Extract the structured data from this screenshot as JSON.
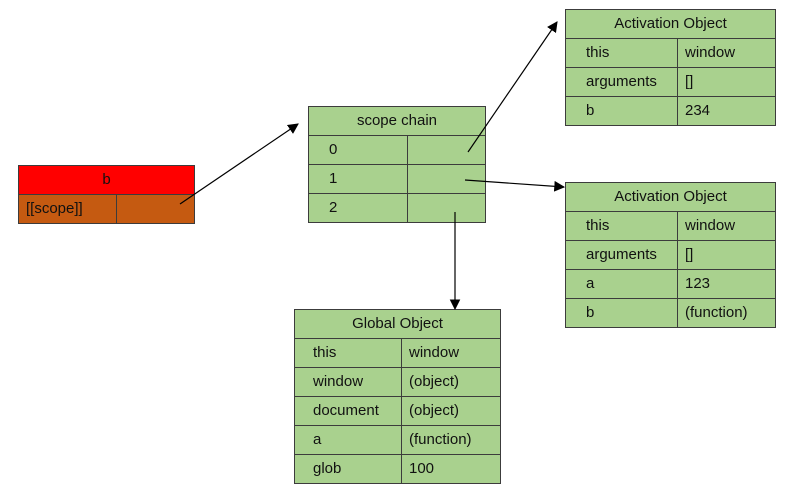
{
  "function_object": {
    "name": "b",
    "property": "[[scope]]",
    "value": ""
  },
  "scope_chain": {
    "title": "scope chain",
    "rows": [
      {
        "index": "0",
        "value": ""
      },
      {
        "index": "1",
        "value": ""
      },
      {
        "index": "2",
        "value": ""
      }
    ]
  },
  "activation_object_b": {
    "title": "Activation Object",
    "rows": [
      {
        "key": "this",
        "value": "window"
      },
      {
        "key": "arguments",
        "value": "[]"
      },
      {
        "key": "b",
        "value": "234"
      }
    ]
  },
  "activation_object_a": {
    "title": "Activation Object",
    "rows": [
      {
        "key": "this",
        "value": "window"
      },
      {
        "key": "arguments",
        "value": "[]"
      },
      {
        "key": "a",
        "value": "123"
      },
      {
        "key": "b",
        "value": "(function)"
      }
    ]
  },
  "global_object": {
    "title": "Global Object",
    "rows": [
      {
        "key": "this",
        "value": "window"
      },
      {
        "key": "window",
        "value": "(object)"
      },
      {
        "key": "document",
        "value": "(object)"
      },
      {
        "key": "a",
        "value": "(function)"
      },
      {
        "key": "glob",
        "value": "100"
      }
    ]
  },
  "colors": {
    "box_green": "#a9d18e",
    "function_header_red": "#ff0000",
    "function_cell_orange": "#c55a11",
    "border": "#3c3c3c",
    "arrow": "#000000"
  }
}
